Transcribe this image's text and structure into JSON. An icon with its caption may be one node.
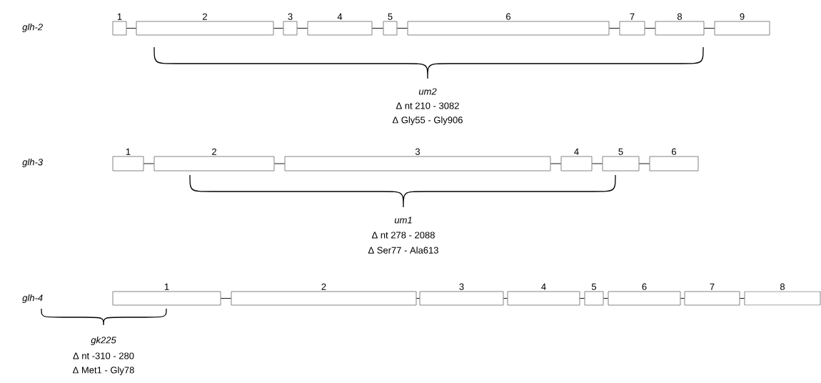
{
  "diagram": {
    "nodes": [
      {
        "text": [
          "1"
        ]
      },
      {
        "text": [
          "2"
        ]
      },
      {
        "text": [
          "3"
        ]
      },
      {
        "text": [
          "4"
        ]
      },
      {
        "text": [
          "5"
        ]
      },
      {
        "text": [
          "6"
        ]
      },
      {
        "text": [
          "7"
        ]
      },
      {
        "text": [
          "8"
        ]
      },
      {
        "text": [
          "9"
        ]
      },
      {
        "text": [
          "1"
        ]
      },
      {
        "text": [
          "2"
        ]
      },
      {
        "text": [
          "3"
        ]
      },
      {
        "text": [
          "4"
        ]
      },
      {
        "text": [
          "5"
        ]
      },
      {
        "text": [
          "6"
        ]
      },
      {
        "text": [
          "1"
        ]
      },
      {
        "text": [
          "2"
        ]
      },
      {
        "text": [
          "3"
        ]
      },
      {
        "text": [
          "4"
        ]
      },
      {
        "text": [
          "5"
        ]
      },
      {
        "text": [
          "6"
        ]
      },
      {
        "text": [
          "7"
        ]
      },
      {
        "text": [
          "8"
        ]
      }
    ],
    "edges": [
      {
        "from": 0,
        "to": 1,
        "arrow": "none"
      },
      {
        "from": 1,
        "to": 2,
        "arrow": "none"
      },
      {
        "from": 2,
        "to": 3,
        "arrow": "none"
      },
      {
        "from": 3,
        "to": 4,
        "arrow": "none"
      },
      {
        "from": 4,
        "to": 5,
        "arrow": "none"
      },
      {
        "from": 5,
        "to": 6,
        "arrow": "none"
      },
      {
        "from": 6,
        "to": 7,
        "arrow": "none"
      },
      {
        "from": 7,
        "to": 8,
        "arrow": "none"
      },
      {
        "from": 9,
        "to": 10,
        "arrow": "none"
      },
      {
        "from": 10,
        "to": 11,
        "arrow": "none"
      },
      {
        "from": 11,
        "to": 12,
        "arrow": "none"
      },
      {
        "from": 12,
        "to": 13,
        "arrow": "none"
      },
      {
        "from": 13,
        "to": 14,
        "arrow": "none"
      },
      {
        "from": 15,
        "to": 16,
        "arrow": "none"
      },
      {
        "from": 16,
        "to": 17,
        "arrow": "none"
      },
      {
        "from": 17,
        "to": 18,
        "arrow": "none"
      },
      {
        "from": 18,
        "to": 19,
        "arrow": "none"
      },
      {
        "from": 19,
        "to": 20,
        "arrow": "none"
      },
      {
        "from": 20,
        "to": 21,
        "arrow": "none"
      },
      {
        "from": 21,
        "to": 22,
        "arrow": "none"
      }
    ],
    "labels": [
      "glh-2",
      "um2",
      "Δ nt 210 - 3082",
      "Δ Gly55 - Gly906",
      "glh-3",
      "um1",
      "Δ nt 278 - 2088",
      "Δ Ser77 - Ala613",
      "glh-4",
      "gk225",
      "Δ nt -310 - 280",
      "Δ Met1 - Gly78"
    ]
  }
}
